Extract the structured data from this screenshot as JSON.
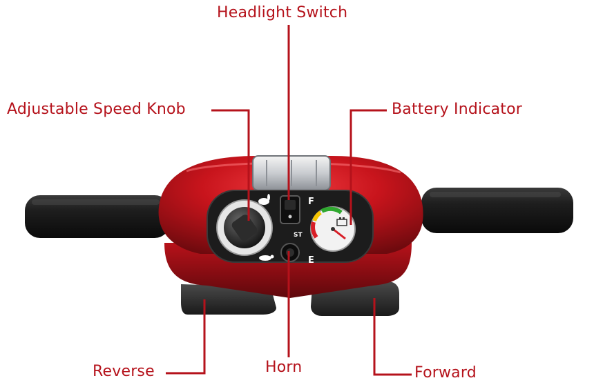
{
  "callouts": {
    "headlight_switch": "Headlight Switch",
    "speed_knob": "Adjustable Speed Knob",
    "battery_indicator": "Battery Indicator",
    "reverse": "Reverse",
    "horn": "Horn",
    "forward": "Forward"
  },
  "panel_marks": {
    "forward_letter": "F",
    "reverse_letter": "E",
    "horn_mark": "ST"
  },
  "colors": {
    "callout": "#b5121b",
    "body_red": "#c8141c",
    "grip": "#1a1a1a",
    "panel": "#1c1c1c"
  },
  "icons": {
    "fast": "rabbit-icon",
    "slow": "turtle-icon",
    "battery": "battery-icon"
  }
}
